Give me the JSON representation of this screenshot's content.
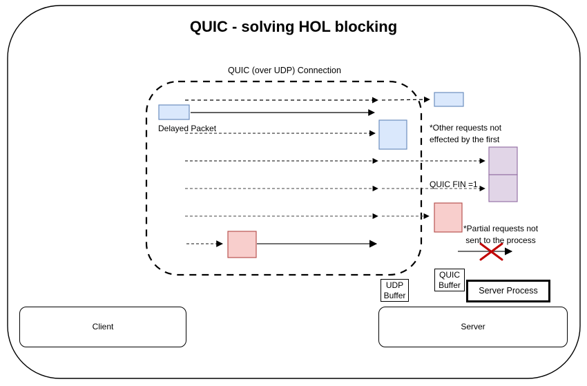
{
  "title": "QUIC - solving HOL blocking",
  "connection_label": "QUIC (over UDP) Connection",
  "labels": {
    "delayed_packet": "Delayed Packet",
    "other_requests": "*Other requests not\neffected by the first",
    "quic_fin": "QUIC FIN =1",
    "partial_requests": "*Partial requests not\nsent to the process"
  },
  "nodes": {
    "udp_buffer": "UDP Buffer",
    "quic_buffer": "QUIC Buffer",
    "server_process": "Server Process",
    "client": "Client",
    "server": "Server"
  },
  "colors": {
    "blue_fill": "#dae8fc",
    "blue_stroke": "#6c8ebf",
    "purple_fill": "#e1d5e7",
    "purple_stroke": "#9673a6",
    "red_fill": "#f8cecc",
    "red_stroke": "#b85450",
    "cross_red": "#c00000",
    "line_black": "#000000",
    "line_gray": "#404040"
  }
}
